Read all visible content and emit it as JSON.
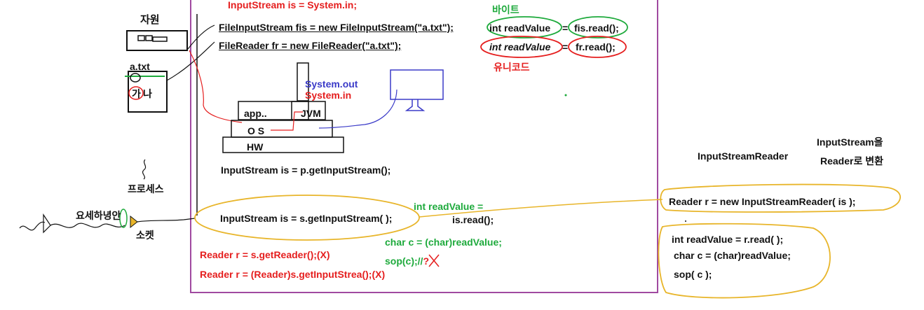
{
  "colors": {
    "frame": "#a04aa0",
    "red": "#e51e1e",
    "green": "#1eaa3c",
    "blue": "#3b3bc8",
    "orange": "#e8b52a",
    "black": "#111111"
  },
  "left": {
    "resource": "자원",
    "file_name": "a.txt",
    "file_char1": "가",
    "file_char2": "나",
    "process": "프로세스",
    "message": "요세하녕안",
    "socket": "소켓"
  },
  "top": {
    "header": "InputStream is = System.in;",
    "fis_line": "FileInputStream fis = new FileInputStream(\"a.txt\");",
    "fr_line": "FileReader fr = new FileReader(\"a.txt\");",
    "byte_label": "바이트",
    "unicode_label": "유니코드",
    "int_read1": "int readValue",
    "eq1": "=",
    "fis_read": "fis.read();",
    "int_read2": "int readValue",
    "eq2": "=",
    "fr_read": "fr.read();"
  },
  "stack": {
    "app": "app..",
    "jvm": "JVM",
    "os": "O S",
    "hw": "HW",
    "sys_out": "System.out",
    "sys_in": "System.in"
  },
  "middle": {
    "process_line": "InputStream is = p.getInputStream();",
    "socket_line": "InputStream is = s.getInputStream( );",
    "int_read": "int readValue =",
    "is_read": "is.read();",
    "char_line": "char c = (char)readValue;",
    "sop_line": "sop(c);//",
    "sop_mark": "?",
    "wrong1": "Reader r = s.getReader();(X)",
    "wrong2": "Reader r = (Reader)s.getInputStrea();(X)"
  },
  "right": {
    "isr_label": "InputStreamReader",
    "conv1": "InputStream을",
    "conv2": "Reader로 변환",
    "reader_line": "Reader r = new InputStreamReader( is );",
    "r_read": "int readValue = r.read( );",
    "r_char": "char c = (char)readValue;",
    "r_sop": "sop( c );"
  }
}
